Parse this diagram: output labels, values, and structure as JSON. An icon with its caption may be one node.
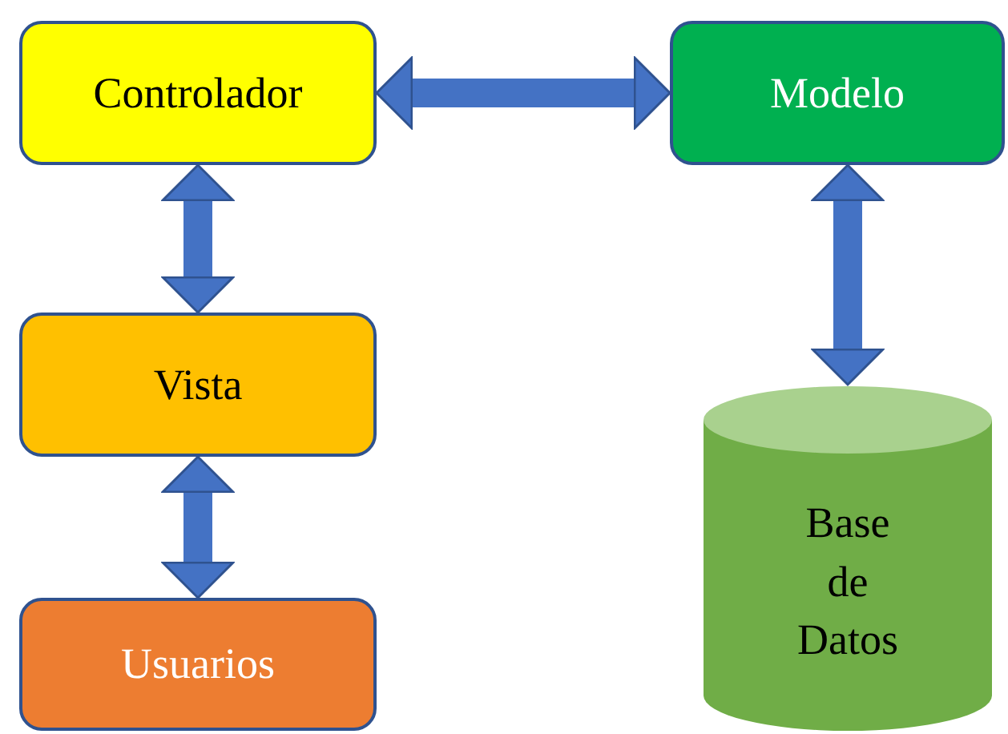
{
  "diagram": {
    "nodes": [
      {
        "text": [
          "Controlador"
        ]
      },
      {
        "text": [
          "Modelo"
        ]
      },
      {
        "text": [
          "Vista"
        ]
      },
      {
        "text": [
          "Base de Datos"
        ]
      },
      {
        "text": [
          "Usuarios"
        ]
      }
    ],
    "edges": [
      {
        "from": 0,
        "to": 1,
        "arrow": "both"
      },
      {
        "from": 0,
        "to": 2,
        "arrow": "both"
      },
      {
        "from": 1,
        "to": 3,
        "arrow": "both"
      },
      {
        "from": 2,
        "to": 4,
        "arrow": "both"
      }
    ]
  }
}
